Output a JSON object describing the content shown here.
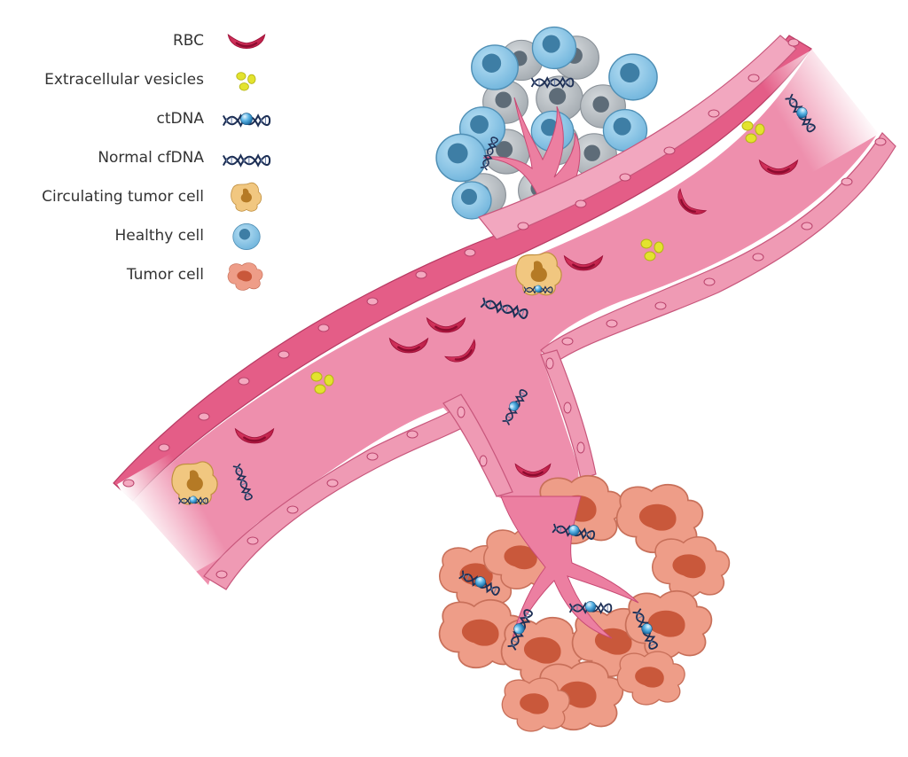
{
  "figure": {
    "subject": "Liquid biopsy analytes in blood vessel",
    "colors": {
      "vessel_wall": "#e05b85",
      "vessel_wall_light": "#ef9ab3",
      "lumen": "#ec8aa7",
      "rbc": "#c41e4e",
      "vesicle": "#d9d92a",
      "dna": "#243a63",
      "dna_marker": "#4aa6dc",
      "ctc_body": "#f0c77d",
      "ctc_nucleus": "#b57a25",
      "healthy_cell": "#8cc8e8",
      "healthy_nucleus": "#3e7ea5",
      "normal_cell_gray": "#b8bec4",
      "tumor_cell": "#ec9c86",
      "tumor_nucleus": "#c45a3d"
    }
  },
  "legend": {
    "items": [
      {
        "label": "RBC",
        "icon": "rbc-icon"
      },
      {
        "label": "Extracellular vesicles",
        "icon": "vesicles-icon"
      },
      {
        "label": "ctDNA",
        "icon": "ctdna-icon"
      },
      {
        "label": "Normal cfDNA",
        "icon": "cfdna-icon"
      },
      {
        "label": "Circulating tumor cell",
        "icon": "ctc-icon"
      },
      {
        "label": "Healthy cell",
        "icon": "healthy-cell-icon"
      },
      {
        "label": "Tumor cell",
        "icon": "tumor-cell-icon"
      }
    ]
  }
}
